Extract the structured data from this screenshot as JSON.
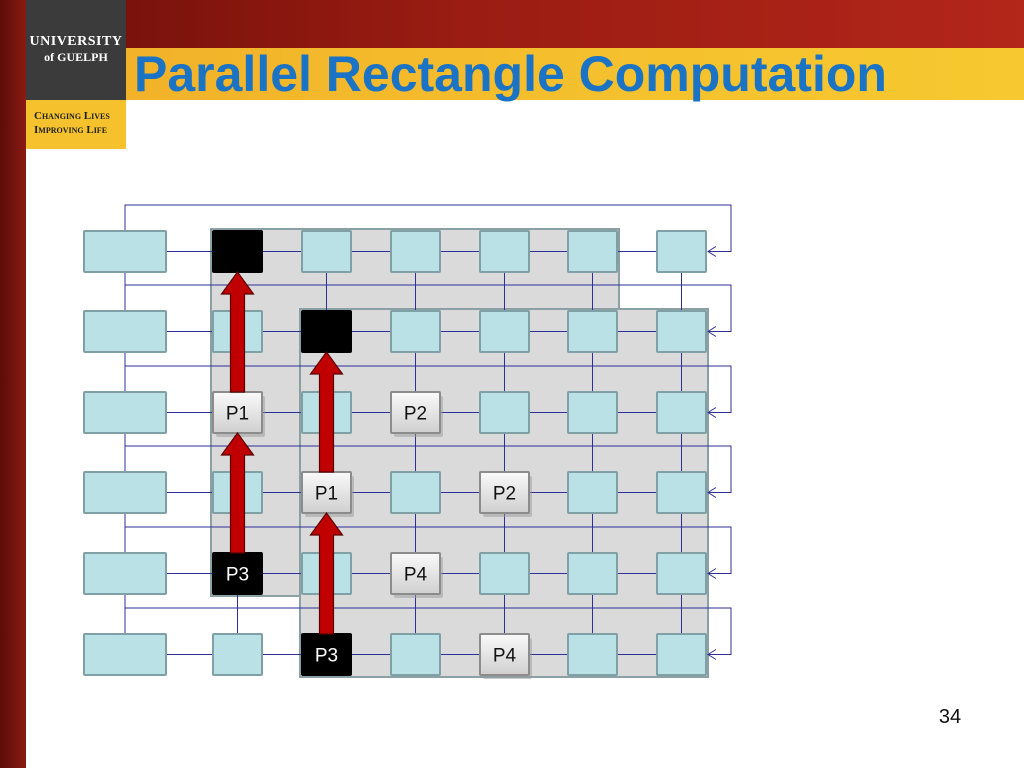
{
  "slide": {
    "title": "Parallel Rectangle Computation",
    "page_number": "34"
  },
  "logo": {
    "line1": "UNIVERSITY",
    "line2": "of GUELPH",
    "tagline1": "Changing Lives",
    "tagline2": "Improving Life"
  },
  "colors": {
    "title": "#1a73c4",
    "cell_fill": "#b9e1e6",
    "cell_stroke": "#7fa1a6",
    "wire": "#2f2f9a",
    "highlight_region": "#dadada",
    "processor_fill": "#e6e6e6",
    "active_cell": "#000000",
    "arrow": "#c00000"
  },
  "diagram": {
    "rows": 6,
    "cols": 7,
    "processor_cells": [
      {
        "row": 2,
        "col": 1,
        "label": "P1",
        "style": "light"
      },
      {
        "row": 2,
        "col": 3,
        "label": "P2",
        "style": "light"
      },
      {
        "row": 3,
        "col": 2,
        "label": "P1",
        "style": "light"
      },
      {
        "row": 3,
        "col": 4,
        "label": "P2",
        "style": "light"
      },
      {
        "row": 4,
        "col": 1,
        "label": "P3",
        "style": "dark"
      },
      {
        "row": 4,
        "col": 3,
        "label": "P4",
        "style": "light"
      },
      {
        "row": 5,
        "col": 2,
        "label": "P3",
        "style": "dark"
      },
      {
        "row": 5,
        "col": 4,
        "label": "P4",
        "style": "light"
      }
    ],
    "active_cells": [
      {
        "row": 0,
        "col": 1
      },
      {
        "row": 1,
        "col": 2
      }
    ],
    "arrows": [
      {
        "col": 1,
        "from_row": 2,
        "to_row": 0
      },
      {
        "col": 1,
        "from_row": 4,
        "to_row": 2
      },
      {
        "col": 2,
        "from_row": 3,
        "to_row": 1
      },
      {
        "col": 2,
        "from_row": 5,
        "to_row": 3
      }
    ],
    "highlight_regions": [
      {
        "row_start": 0,
        "row_end": 4,
        "col_start": 1,
        "col_end": 5
      },
      {
        "row_start": 1,
        "row_end": 5,
        "col_start": 2,
        "col_end": 6
      }
    ]
  }
}
